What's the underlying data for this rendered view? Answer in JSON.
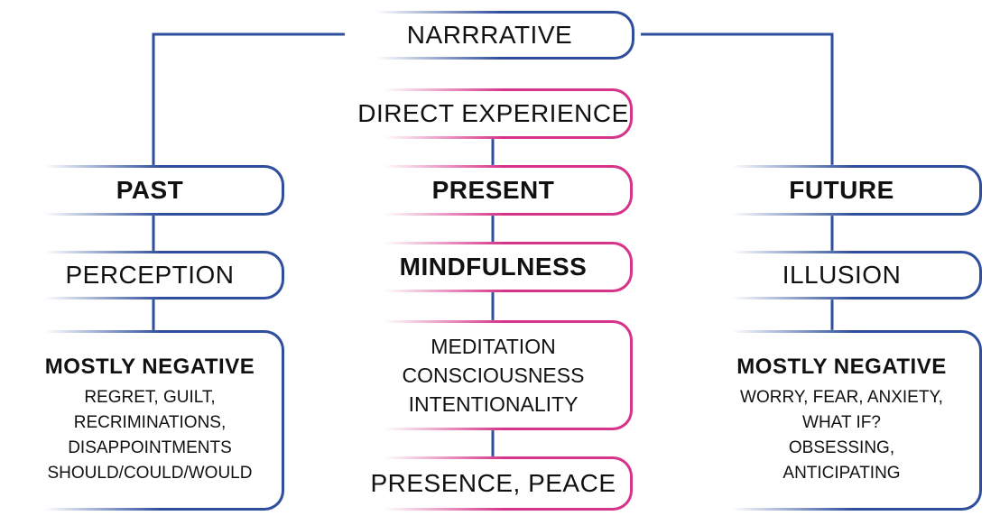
{
  "narrative": "NARRRATIVE",
  "direct_experience": "DIRECT EXPERIENCE",
  "past": {
    "title": "PAST",
    "perception": "PERCEPTION",
    "detail_heading": "MOSTLY NEGATIVE",
    "detail_lines": [
      "REGRET, GUILT,",
      "RECRIMINATIONS,",
      "DISAPPOINTMENTS",
      "SHOULD/COULD/WOULD"
    ]
  },
  "present": {
    "title": "PRESENT",
    "mindfulness": "MINDFULNESS",
    "practices": [
      "MEDITATION",
      "CONSCIOUSNESS",
      "INTENTIONALITY"
    ],
    "result": "PRESENCE, PEACE"
  },
  "future": {
    "title": "FUTURE",
    "illusion": "ILLUSION",
    "detail_heading": "MOSTLY NEGATIVE",
    "detail_lines": [
      "WORRY, FEAR, ANXIETY,",
      "WHAT IF?",
      "OBSESSING,",
      "ANTICIPATING"
    ]
  },
  "colors": {
    "blue": "#2f4f9e",
    "pink": "#d6338a"
  }
}
